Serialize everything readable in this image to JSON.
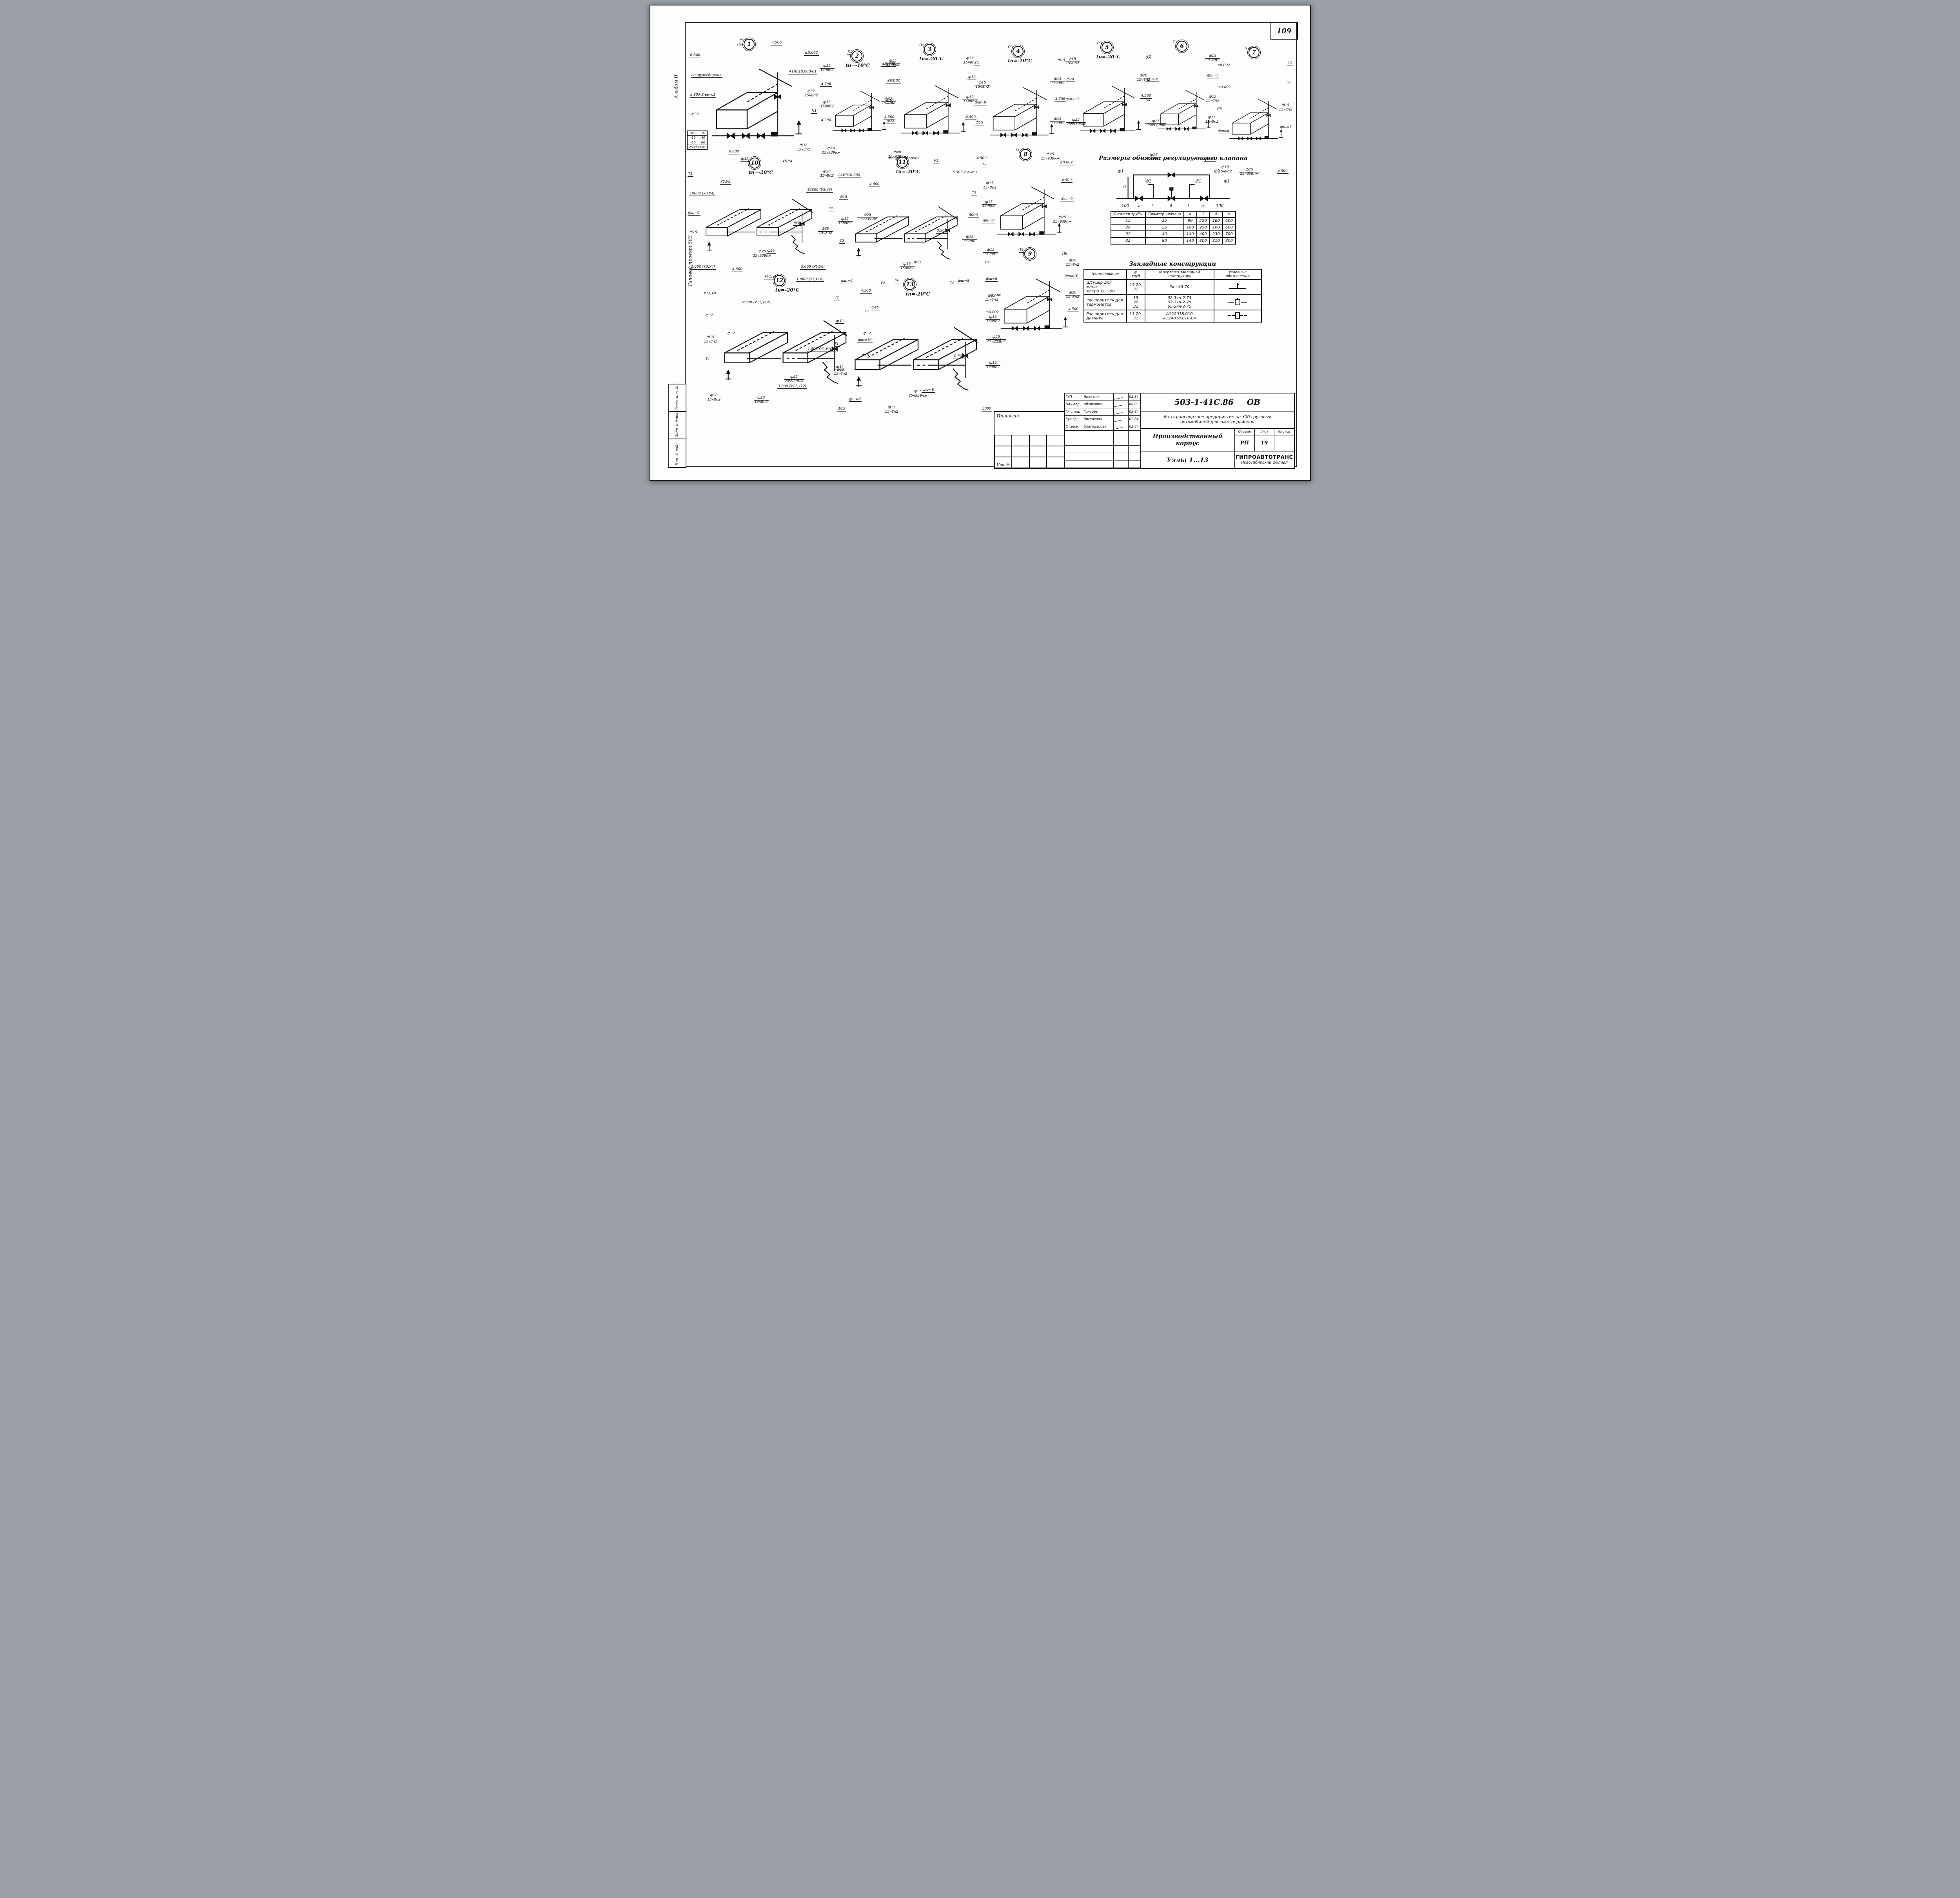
{
  "page": {
    "number": "109"
  },
  "margin": {
    "album": "Альбом II",
    "project": "Типовой проект 503",
    "stamps": [
      "Взам. инв. №",
      "Подп. и дата",
      "Инв. № подл."
    ]
  },
  "sections": {
    "sizes_title": "Размеры обвязки регулирующего клапана",
    "legend_title": "Закладные конструкции"
  },
  "valve_diagram": {
    "phi": "ф1",
    "height_label": "Н",
    "dims": [
      "100",
      "a",
      "l",
      "А",
      "l",
      "a",
      "100"
    ]
  },
  "sizes_table": {
    "headers": [
      "Диаметр трубы",
      "Диаметр клапана",
      "a",
      "l",
      "А",
      "Н"
    ],
    "rows": [
      [
        "15",
        "25",
        "90",
        "250",
        "160",
        "600"
      ],
      [
        "20",
        "25",
        "100",
        "250",
        "160",
        "600"
      ],
      [
        "32",
        "40",
        "140",
        "400",
        "230",
        "700"
      ],
      [
        "32",
        "80",
        "140",
        "800",
        "310",
        "800"
      ]
    ]
  },
  "legend_table": {
    "headers": [
      "Наименование",
      "ф труб",
      "N чертежа закладной конструкции",
      "Условные обозначения"
    ],
    "rows": [
      {
        "name": "Штуцер для мано-\nметра 1/2\"-50",
        "dia": "15,20,\n32",
        "dwg": "3кч-46-70",
        "symbol": "manometer-stub"
      },
      {
        "name": "Расширитель для\nтермометра",
        "dia": "15\n20\n32",
        "dwg": "62-3кч-2-75\n63-3кч-2-75\n65-3кч-2-75",
        "symbol": "thermometer-expander"
      },
      {
        "name": "Расширитель для\nдатчика",
        "dia": "15,20,\n32",
        "dwg": "А12А018.010\nА12А018.010-04",
        "symbol": "sensor-expander"
      }
    ]
  },
  "nodes": [
    {
      "num": "1",
      "temp": "",
      "sketch": "unit",
      "labels": [
        [
          "ф15",
          "15ч8п2"
        ],
        [
          "6.840"
        ],
        [
          "≤0.002"
        ],
        [
          "воздухосборник"
        ],
        [
          "А1И010.000-01"
        ],
        [
          "5.903-2 вып.1"
        ],
        [
          "ф32",
          "15ч8п2"
        ],
        [
          "ф32"
        ],
        [
          "П1"
        ],
        [
          "4.500"
        ],
        [
          "ф32",
          "15ч8п2"
        ],
        [
          "6.000"
        ],
        [
          "4.500"
        ]
      ],
      "minitable": {
        "headers": [
          "tн°C",
          "ф"
        ],
        "rows": [
          [
            "-10",
            "40"
          ],
          [
            "-20",
            "80"
          ]
        ],
        "footer": "25ч939нж"
      }
    },
    {
      "num": "2",
      "temp": "tн=-10°C",
      "sketch": "unit",
      "labels": [
        [
          "П2"
        ],
        [
          "ф15",
          "15ч8п2"
        ],
        [
          "≤0.002"
        ],
        [
          "4.706"
        ],
        [
          "Т1"
        ],
        [
          "ф32",
          "15ч8п2"
        ],
        [
          "ф32",
          "15ч8п2"
        ],
        [
          "4.200"
        ],
        [
          "4.500"
        ],
        [
          "ф40",
          "25ч939нж"
        ]
      ]
    },
    {
      "num": "3",
      "temp": "tн=-20°C",
      "sketch": "unit",
      "labels": [
        [
          "П2"
        ],
        [
          "ф15",
          "15ч8п2"
        ],
        [
          "ф32",
          "15ч8п2"
        ],
        [
          "≤0.002"
        ],
        [
          "ф32"
        ],
        [
          "ф20"
        ],
        [
          "ф32",
          "15ч8п2"
        ],
        [
          "ф32"
        ],
        [
          "4.500"
        ],
        [
          "ф40",
          "25ч939нж"
        ]
      ]
    },
    {
      "num": "4",
      "temp": "tн=-10°C",
      "sketch": "unit",
      "labels": [
        [
          "П3"
        ],
        [
          "Т1"
        ],
        [
          "ф15"
        ],
        [
          "ф15",
          "15ч8п2"
        ],
        [
          "ф15",
          "15ч8п2"
        ],
        [
          "фш=9"
        ],
        [
          "4.706"
        ],
        [
          "ф15"
        ],
        [
          "ф15",
          "15ч8п2"
        ],
        [
          "4.500"
        ],
        [
          "ф25",
          "25ч939нж"
        ]
      ]
    },
    {
      "num": "5",
      "temp": "tн=-20°C",
      "sketch": "unit",
      "labels": [
        [
          "П3"
        ],
        [
          "ф15",
          "15ч8п2"
        ],
        [
          "Т2"
        ],
        [
          "ф20"
        ],
        [
          "ф20",
          "15ч8п2"
        ],
        [
          "фш=11"
        ],
        [
          "4.500"
        ],
        [
          "ф25",
          "25ч939нж"
        ]
      ]
    },
    {
      "num": "6",
      "temp": "",
      "sketch": "unit",
      "labels": [
        [
          "Т1"
        ],
        [
          "Т2"
        ],
        [
          "ф15",
          "15ч8п2"
        ],
        [
          "фш=4"
        ],
        [
          "фш=5"
        ],
        [
          "П4"
        ],
        [
          "ф15",
          "15ч8п2"
        ],
        [
          "ф25",
          "25ч939нж"
        ],
        [
          "ф15",
          "15ч8п2"
        ],
        [
          "ф15",
          "15ч8п2"
        ],
        [
          "4.500"
        ]
      ]
    },
    {
      "num": "7",
      "temp": "",
      "sketch": "unit",
      "labels": [
        [
          "6.400"
        ],
        [
          "≤0.002"
        ],
        [
          "Т1"
        ],
        [
          "≤0.002"
        ],
        [
          "Т2"
        ],
        [
          "П5"
        ],
        [
          "ф15",
          "15ч8п2"
        ],
        [
          "фш=4"
        ],
        [
          "фш=5"
        ],
        [
          "ф15",
          "15ч8п2"
        ],
        [
          "4.500"
        ],
        [
          "ф25",
          "25ч939нж"
        ]
      ]
    },
    {
      "num": "8",
      "temp": "",
      "sketch": "unit",
      "labels": [
        [
          "Т1"
        ],
        [
          "Т2"
        ],
        [
          "≤0.002"
        ],
        [
          "ф15",
          "15ч8п2"
        ],
        [
          "4.500"
        ],
        [
          "ф15",
          "15ч8п2"
        ],
        [
          "фш=6"
        ],
        [
          "фш=8"
        ],
        [
          "ф25",
          "25ч939нж"
        ],
        [
          "ф15",
          "15ч8п2"
        ],
        [
          "П6"
        ]
      ]
    },
    {
      "num": "9",
      "temp": "",
      "sketch": "unit",
      "labels": [
        [
          "Т1"
        ],
        [
          "П7"
        ],
        [
          "ф20",
          "15ч8п2"
        ],
        [
          "фш=8"
        ],
        [
          "фш=10"
        ],
        [
          "ф15",
          "15ч8п2"
        ],
        [
          "ф20",
          "15ч8п2"
        ],
        [
          "≤0.002"
        ],
        [
          "4.500"
        ],
        [
          "ф25",
          "25ч939нж"
        ]
      ]
    },
    {
      "num": "10",
      "temp": "tн=-20°C",
      "sketch": "trench",
      "labels": [
        [
          "ф32"
        ],
        [
          "Т1"
        ],
        [
          "ф20",
          "15ч8п2"
        ],
        [
          "10800 (У3,У4)"
        ],
        [
          "16800 (У5,У6)"
        ],
        [
          "фш=8"
        ],
        [
          "Т2"
        ],
        [
          "ф15"
        ],
        [
          "ф20",
          "15ч8п2"
        ],
        [
          "1.500 (У3,У4)"
        ],
        [
          "3.000 (У5,У6)"
        ],
        [
          "4.600"
        ],
        [
          "У6,У4"
        ],
        [
          "У5,У3"
        ],
        [
          "ф32"
        ],
        [
          "ф25",
          "25ч939нж"
        ],
        [
          "ф15"
        ]
      ]
    },
    {
      "num": "11",
      "temp": "tн=-20°C",
      "sketch": "trench",
      "labels": [
        [
          "Воздухосборник"
        ],
        [
          "А1И010.000"
        ],
        [
          "5.903-2 вып.1"
        ],
        [
          "ф15"
        ],
        [
          "Т1"
        ],
        [
          "ф15",
          "15ч8п2"
        ],
        [
          "5000"
        ],
        [
          "Т2"
        ],
        [
          "ф15",
          "15ч8п2"
        ],
        [
          "фш=6"
        ],
        [
          "фш=8"
        ],
        [
          "У2"
        ],
        [
          "У1"
        ],
        [
          "4.600"
        ],
        [
          "0.500"
        ],
        [
          "ф15",
          "15ч8п2"
        ],
        [
          "ф15"
        ],
        [
          "ф25",
          "25ч939нж"
        ]
      ]
    },
    {
      "num": "12",
      "temp": "tн=-20°C",
      "sketch": "trench",
      "labels": [
        [
          "У12,У10"
        ],
        [
          "У11,У9"
        ],
        [
          "4.500"
        ],
        [
          "ф32"
        ],
        [
          "Т2"
        ],
        [
          "ф15",
          "15ч8п2"
        ],
        [
          "ф32"
        ],
        [
          "Т1"
        ],
        [
          "ф15"
        ],
        [
          "ф20",
          "15ч8п2"
        ],
        [
          "фш=8"
        ],
        [
          "ф20",
          "15ч8п2"
        ],
        [
          "10800 (У9,У10)"
        ],
        [
          "16800 (У11,У12)"
        ],
        [
          "1.500 (У9,У10)"
        ],
        [
          "3.000 (У11,У12)"
        ],
        [
          "ф25",
          "25ч939нж"
        ],
        [
          "ф32"
        ],
        [
          "ф15",
          "15ч8п2"
        ]
      ]
    },
    {
      "num": "13",
      "temp": "tн=-20°C",
      "sketch": "trench",
      "labels": [
        [
          "У8"
        ],
        [
          "У7"
        ],
        [
          "4.600"
        ],
        [
          "ф32"
        ],
        [
          "ф15",
          "15ч8п2"
        ],
        [
          "Т1"
        ],
        [
          "ф15"
        ],
        [
          "ф32"
        ],
        [
          "ф15",
          "15ч8п2"
        ],
        [
          "ф15"
        ],
        [
          "5000"
        ],
        [
          "ф15",
          "15ч8п2"
        ],
        [
          "Т2"
        ],
        [
          "ф15"
        ],
        [
          "0.500"
        ],
        [
          "ф25",
          "25ч939нж"
        ],
        [
          "фш=6"
        ],
        [
          "фш=10"
        ]
      ]
    }
  ],
  "titleblock": {
    "code": "503-1-41С.86",
    "code_suffix": "ОВ",
    "project_line1": "Автотранспортное предприятие на 300 грузовых",
    "project_line2": "автомобилей для южных районов",
    "object": "Производственный корпус",
    "stage_label": "Стадия",
    "sheet_label": "Лист",
    "sheets_label": "Листов",
    "stage": "РП",
    "sheet": "19",
    "sheets": "",
    "subtitle": "Узлы 1...13",
    "org": "ГИПРОАВТОТРАНС",
    "branch": "Новосибирский филиал",
    "signatures": [
      {
        "role": "ГУП",
        "name": "Никитин",
        "date": "02.84"
      },
      {
        "role": "Нач.отд.",
        "name": "Абзикович",
        "date": "08.83"
      },
      {
        "role": "Гл.спец.",
        "name": "Голубев",
        "date": "03.84"
      },
      {
        "role": "Рук.гр.",
        "name": "Чистякова",
        "date": "02.84"
      },
      {
        "role": "Ст.инж.",
        "name": "Благодарова",
        "date": "02.84"
      }
    ],
    "note": "Привязан",
    "inv_label": "Инв. №"
  }
}
